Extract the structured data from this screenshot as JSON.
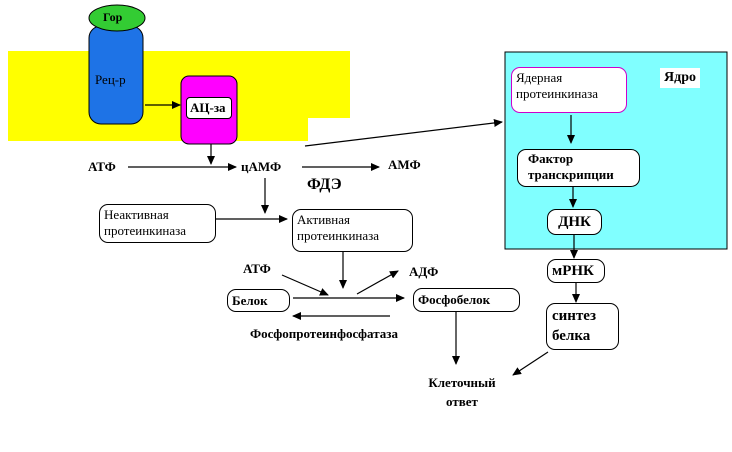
{
  "colors": {
    "membrane": "#ffff00",
    "hormone": "#33cc33",
    "receptor": "#1e73e6",
    "adenylate_cyclase": "#ff00ff",
    "nucleus": "#80ffff"
  },
  "membrane": {
    "hormone_label": "Гор",
    "receptor_label": "Рец-р",
    "ac_label": "АЦ-за"
  },
  "nucleus": {
    "title": "Ядро",
    "nuclear_kinase": "Ядерная протеинкиназа",
    "transcription_factor": "Фактор транскрипции",
    "dna": "ДНК"
  },
  "pathway": {
    "atp_1": "АТФ",
    "camp": "цАМФ",
    "amp": "АМФ",
    "pde": "ФДЭ",
    "inactive_kinase": "Неактивная протеинкиназа",
    "active_kinase": "Активная протеинкиназа",
    "atp_2": "АТФ",
    "adp": "АДФ",
    "protein": "Белок",
    "phosphoprotein": "Фосфобелок",
    "phosphatase": "Фосфопротеинфосфатаза",
    "mrna": "мРНК",
    "protein_synthesis": "синтез белка",
    "cell_response": "Клеточный ответ"
  }
}
